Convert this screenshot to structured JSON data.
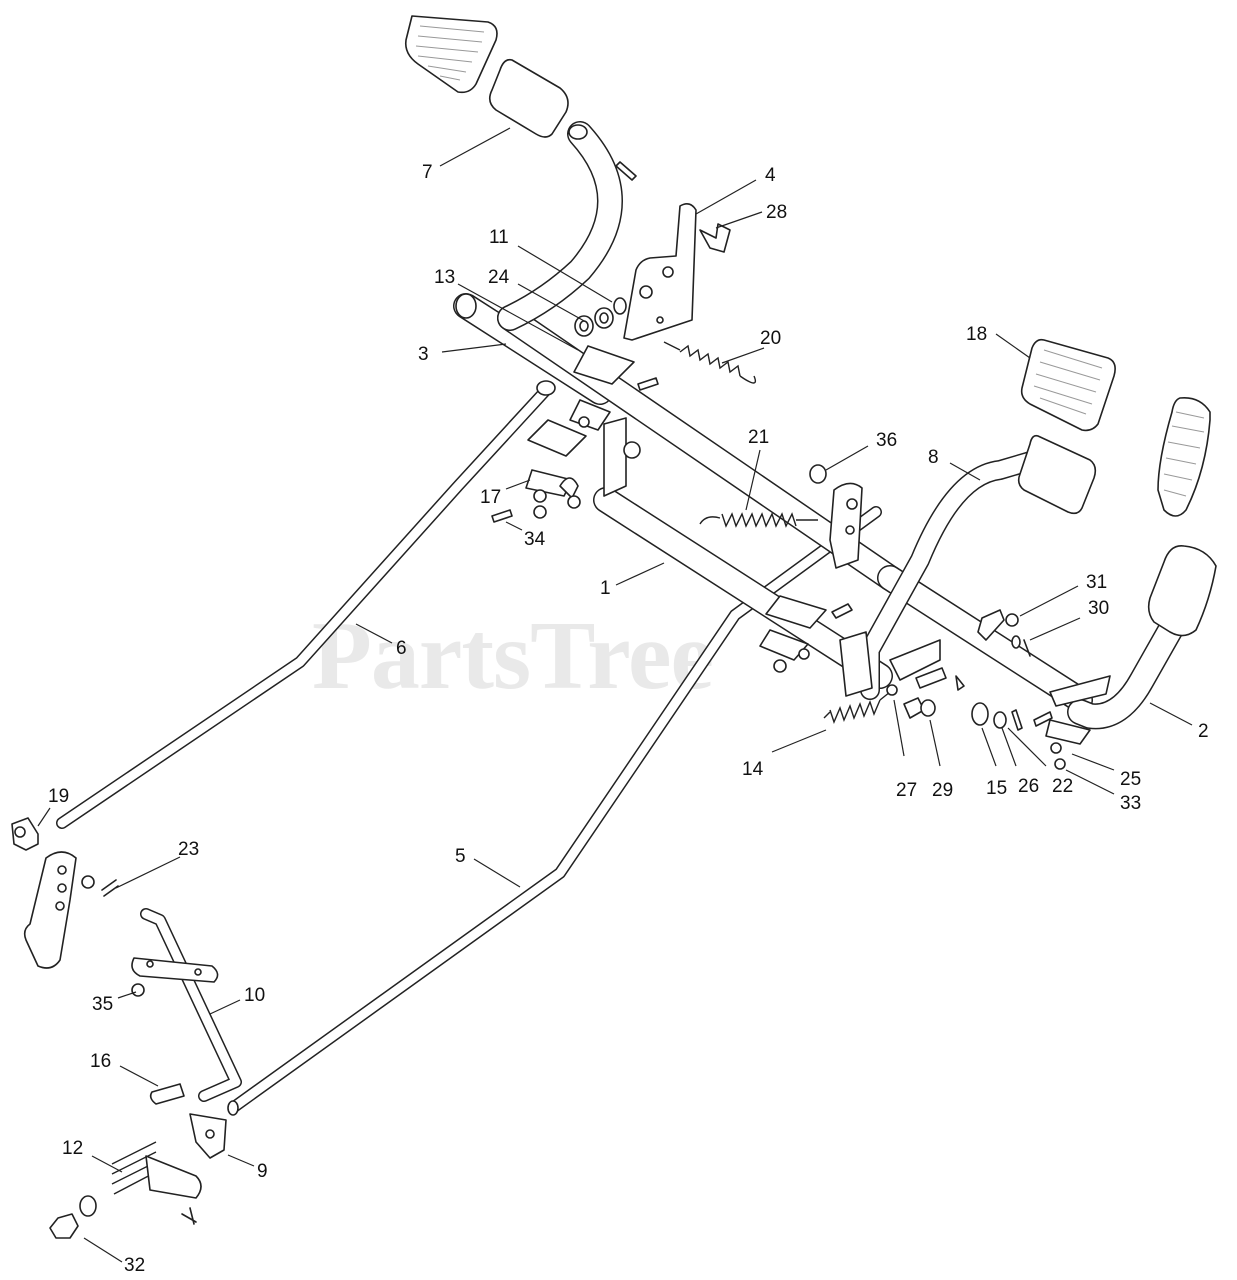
{
  "watermark": "PartsTree",
  "callouts": [
    {
      "id": "c1",
      "label": "1"
    },
    {
      "id": "c2",
      "label": "2"
    },
    {
      "id": "c3",
      "label": "3"
    },
    {
      "id": "c4",
      "label": "4"
    },
    {
      "id": "c5",
      "label": "5"
    },
    {
      "id": "c6",
      "label": "6"
    },
    {
      "id": "c7",
      "label": "7"
    },
    {
      "id": "c8",
      "label": "8"
    },
    {
      "id": "c9",
      "label": "9"
    },
    {
      "id": "c10",
      "label": "10"
    },
    {
      "id": "c11",
      "label": "11"
    },
    {
      "id": "c12",
      "label": "12"
    },
    {
      "id": "c13",
      "label": "13"
    },
    {
      "id": "c14",
      "label": "14"
    },
    {
      "id": "c15",
      "label": "15"
    },
    {
      "id": "c16",
      "label": "16"
    },
    {
      "id": "c17",
      "label": "17"
    },
    {
      "id": "c18",
      "label": "18"
    },
    {
      "id": "c19",
      "label": "19"
    },
    {
      "id": "c20",
      "label": "20"
    },
    {
      "id": "c21",
      "label": "21"
    },
    {
      "id": "c22",
      "label": "22"
    },
    {
      "id": "c23",
      "label": "23"
    },
    {
      "id": "c24",
      "label": "24"
    },
    {
      "id": "c25",
      "label": "25"
    },
    {
      "id": "c26",
      "label": "26"
    },
    {
      "id": "c27",
      "label": "27"
    },
    {
      "id": "c28",
      "label": "28"
    },
    {
      "id": "c29",
      "label": "29"
    },
    {
      "id": "c30",
      "label": "30"
    },
    {
      "id": "c31",
      "label": "31"
    },
    {
      "id": "c32",
      "label": "32"
    },
    {
      "id": "c33",
      "label": "33"
    },
    {
      "id": "c34",
      "label": "34"
    },
    {
      "id": "c35",
      "label": "35"
    },
    {
      "id": "c36",
      "label": "36"
    }
  ]
}
